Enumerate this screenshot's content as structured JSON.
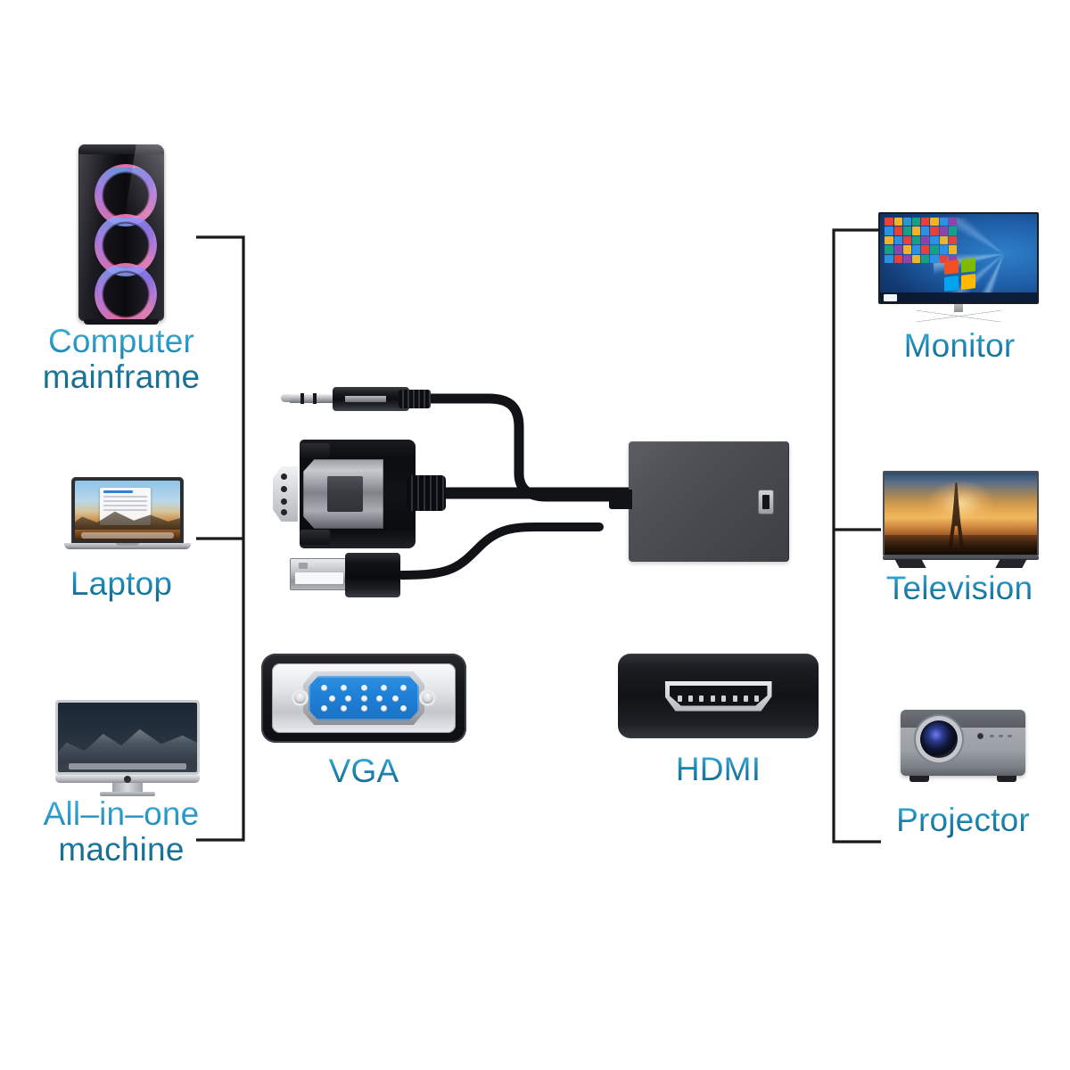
{
  "diagram": {
    "title": "VGA to HDMI Adapter Connection Diagram",
    "background_color": "#ffffff",
    "label_color": "#1f8fc0",
    "bracket_color": "#1a1a1a"
  },
  "sources": {
    "bracket_name": "input-sources-bracket",
    "items": [
      {
        "id": "computer-mainframe",
        "label": "Computer\nmainframe",
        "icon": "desktop-tower-icon"
      },
      {
        "id": "laptop",
        "label": "Laptop",
        "icon": "laptop-icon"
      },
      {
        "id": "all-in-one",
        "label": "All–in–one\nmachine",
        "icon": "all-in-one-computer-icon"
      }
    ]
  },
  "destinations": {
    "bracket_name": "output-displays-bracket",
    "items": [
      {
        "id": "monitor",
        "label": "Monitor",
        "icon": "monitor-icon"
      },
      {
        "id": "television",
        "label": "Television",
        "icon": "television-icon"
      },
      {
        "id": "projector",
        "label": "Projector",
        "icon": "projector-icon"
      }
    ]
  },
  "connectors": [
    {
      "id": "vga",
      "label": "VGA",
      "icon": "vga-port-icon",
      "pin_count": 15,
      "port_color": "#1f82d8"
    },
    {
      "id": "hdmi",
      "label": "HDMI",
      "icon": "hdmi-port-icon",
      "port_color": "#121316"
    }
  ],
  "product": {
    "name": "vga-to-hdmi-adapter",
    "parts": [
      {
        "id": "audio-jack",
        "name": "3.5mm audio jack plug"
      },
      {
        "id": "vga-plug",
        "name": "VGA male plug"
      },
      {
        "id": "usb-plug",
        "name": "USB-A power plug"
      },
      {
        "id": "adapter-box",
        "name": "Adapter housing with HDMI output"
      }
    ]
  }
}
